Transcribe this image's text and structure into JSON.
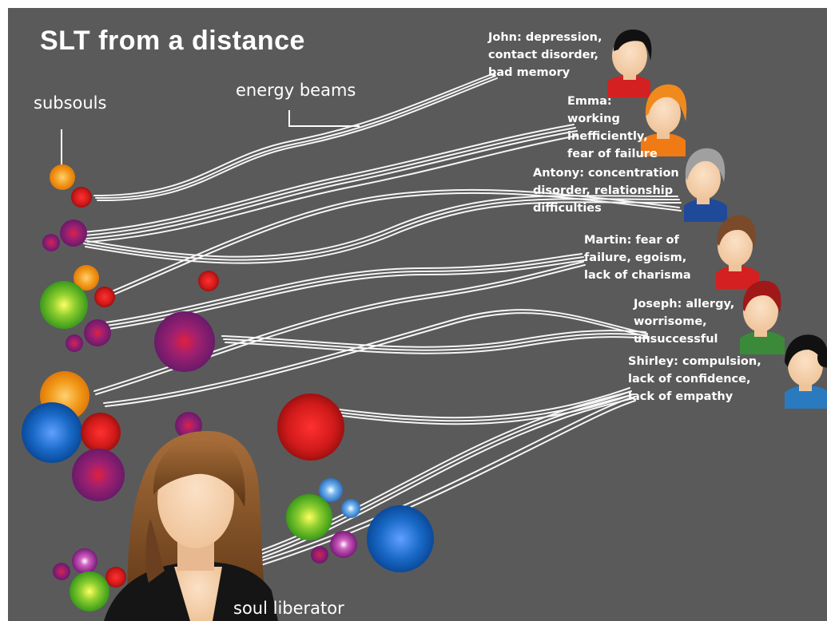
{
  "title": "SLT from a distance",
  "labels": {
    "subsouls": "subsouls",
    "energy_beams": "energy beams",
    "soul_liberator": "soul liberator"
  },
  "people": [
    {
      "name": "John",
      "lines": [
        "John: depression,",
        "contact disorder,",
        "bad memory"
      ],
      "hair": "#111111",
      "shirt": "#d42020"
    },
    {
      "name": "Emma",
      "lines": [
        "Emma:",
        "working",
        "inefficiently,",
        "fear of failure"
      ],
      "hair": "#f08a1c",
      "shirt": "#f07a14"
    },
    {
      "name": "Antony",
      "lines": [
        "Antony: concentration",
        "disorder, relationship",
        "difficulties"
      ],
      "hair": "#a0a0a0",
      "shirt": "#1f4a9a"
    },
    {
      "name": "Martin",
      "lines": [
        "Martin: fear of",
        "failure, egoism,",
        "lack of charisma"
      ],
      "hair": "#7a4a2a",
      "shirt": "#d42020"
    },
    {
      "name": "Joseph",
      "lines": [
        "Joseph: allergy,",
        "worrisome,",
        "unsuccessful"
      ],
      "hair": "#a01818",
      "shirt": "#3a8a3a"
    },
    {
      "name": "Shirley",
      "lines": [
        "Shirley: compulsion,",
        "lack of confidence,",
        "lack of empathy"
      ],
      "hair": "#111111",
      "shirt": "#2a7ac0"
    }
  ],
  "colors": {
    "background": "#5a5a5a",
    "orange": "#f29a1a",
    "red": "#d01a1a",
    "purple": "#8a1a6a",
    "green": "#6ac01a",
    "blue": "#1a6ac8",
    "beam": "#ffffff"
  }
}
